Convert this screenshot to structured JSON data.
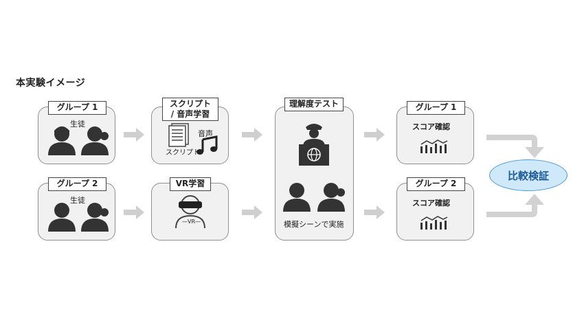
{
  "title": "本実験イメージ",
  "group1": {
    "label": "グループ 1",
    "caption": "生徒"
  },
  "group2": {
    "label": "グループ 2",
    "caption": "生徒"
  },
  "script_audio": {
    "label_line1": "スクリプト",
    "label_line2": "/ 音声学習",
    "doc_caption": "スクリプト",
    "audio_caption": "音声"
  },
  "vr": {
    "label": "VR学習",
    "goggle_text": "—VR—"
  },
  "test": {
    "label": "理解度テスト",
    "caption": "模擬シーンで実施"
  },
  "result1": {
    "label": "グループ 1",
    "caption": "スコア確認"
  },
  "result2": {
    "label": "グループ 2",
    "caption": "スコア確認"
  },
  "compare": {
    "label": "比較検証"
  }
}
